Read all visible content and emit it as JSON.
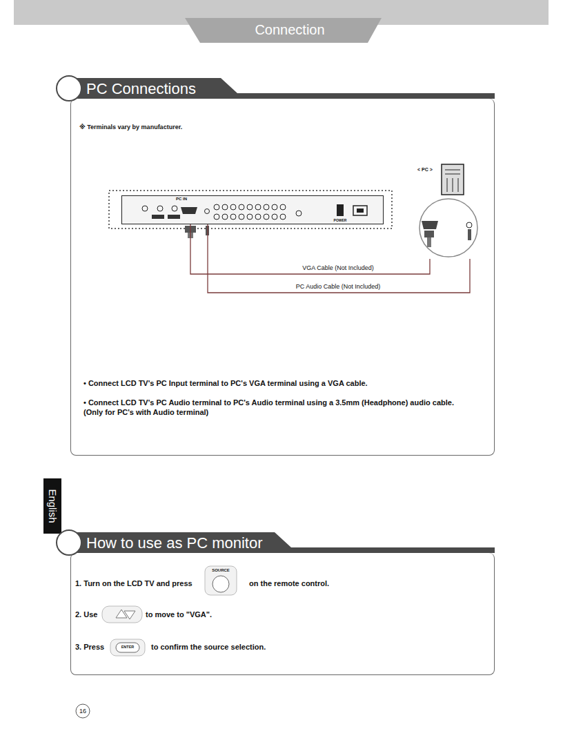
{
  "diagram": {
    "title": "Connection",
    "nodes": [
      {
        "text": [
          "PC Connections",
          "※ Terminals vary by manufacturer.",
          "• Connect LCD TV's PC Input terminal to PC's VGA terminal using  a VGA cable.",
          "• Connect LCD TV's PC Audio terminal to PC's Audio terminal using a 3.5mm (Headphone) audio cable. (Only for PC's with Audio terminal)"
        ]
      },
      {
        "text": [
          "PC IN"
        ],
        "in": 0
      },
      {
        "text": [
          "< PC >"
        ],
        "in": 0
      },
      {
        "text": [
          "How to use as PC monitor",
          "1. Turn on the LCD TV and press",
          "on the remote control.",
          "2. Use",
          "to move to \"VGA\".",
          "3. Press",
          "to confirm the source selection."
        ]
      }
    ],
    "edges": [
      {
        "from": 1,
        "to": 2,
        "arrow": "none",
        "label": "VGA Cable (Not Included)"
      },
      {
        "from": 1,
        "to": 2,
        "arrow": "none",
        "label": "PC Audio Cable (Not Included)"
      }
    ],
    "labels": [
      "POWER",
      "English",
      "SOURCE",
      "ENTER",
      "16"
    ]
  }
}
